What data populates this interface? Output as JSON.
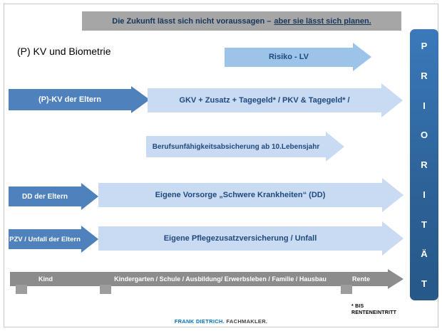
{
  "slide": {
    "banner": {
      "text": "Die Zukunft lässt sich nicht voraussagen –",
      "underlined": "aber sie lässt sich planen."
    },
    "title": "(P) KV und Biometrie"
  },
  "arrows": {
    "risiko_lv": "Risiko - LV",
    "kv_eltern": "(P)-KV der Eltern",
    "gkv_pkv": "GKV + Zusatz + Tagegeld* / PKV & Tagegeld* /",
    "bu": "Berufsunfähigkeitsabsicherung ab 10.Lebensjahr",
    "dd_eltern": "DD der Eltern",
    "vorsorge_dd": "Eigene Vorsorge „Schwere Krankheiten“ (DD)",
    "pzv_unfall_eltern": "PZV / Unfall der Eltern",
    "pflege_unfall": "Eigene Pflegezusatzversicherung / Unfall"
  },
  "priority": {
    "letters": [
      "P",
      "R",
      "I",
      "O",
      "R",
      "I",
      "T",
      "Ä",
      "T"
    ]
  },
  "timeline": {
    "label_kind": "Kind",
    "label_mid": "Kindergarten / Schule / Ausbildung/ Erwerbsleben / Familie / Hausbau",
    "label_rente": "Rente"
  },
  "footnote": {
    "line1": "* BIS",
    "line2": "RENTENEINTRITT"
  },
  "footer": {
    "brand": "FRANK DIETRICH.",
    "descriptor": "FACHMAKLER."
  },
  "colors": {
    "banner_bg": "#a6a6a6",
    "dark_blue_text": "#17365d",
    "arrow_label_blue": "#1f497d",
    "solid_arrow_blue": "#4f81bd",
    "light_arrow_blue": "#c9dbf2",
    "medium_arrow_blue": "#9cc3e8",
    "priority_bar_blue": "#2e74b5",
    "timeline_gray": "#8c8c8c",
    "brand_blue": "#0070c0"
  }
}
